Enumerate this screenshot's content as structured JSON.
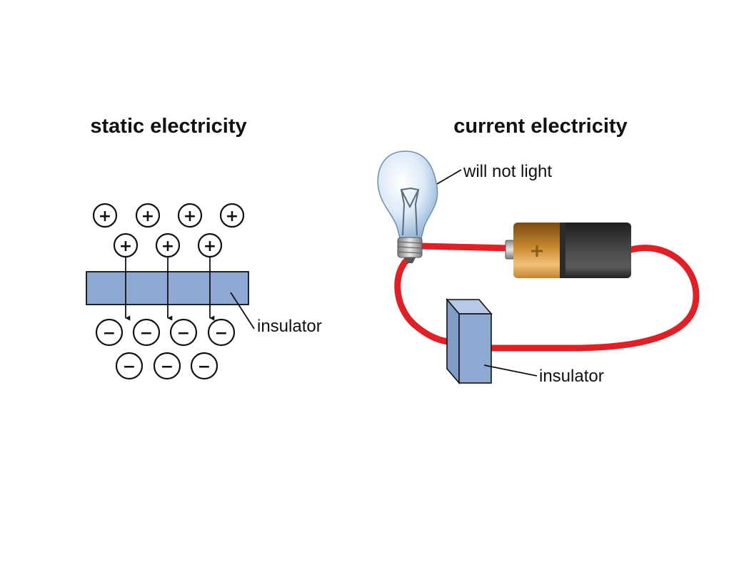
{
  "static": {
    "title": "static electricity",
    "insulator_label": "insulator",
    "positive_sign": "+",
    "negative_sign": "−"
  },
  "current": {
    "title": "current electricity",
    "bulb_label": "will not light",
    "battery_sign": "+",
    "insulator_label": "insulator"
  },
  "colors": {
    "insulator": "#8eaad4",
    "wire": "#e02027",
    "battery_copper": "#c88a2e",
    "battery_body": "#3b3b3b",
    "outline": "#111111"
  }
}
